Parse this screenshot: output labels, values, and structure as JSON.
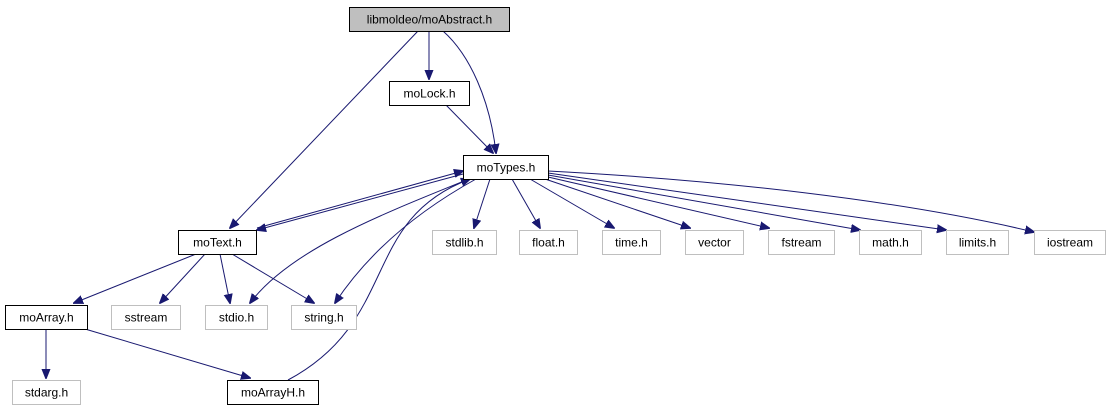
{
  "graph": {
    "type": "include-dependency-graph",
    "colors": {
      "edge": "#191970",
      "root_fill": "#bfbfbf",
      "root_border": "#000000",
      "documented_border": "#000000",
      "external_border": "#bfbfbf",
      "node_fill": "#ffffff"
    },
    "nodes": [
      {
        "id": "moAbstract",
        "label": "libmoldeo/moAbstract.h",
        "kind": "root"
      },
      {
        "id": "moLock",
        "label": "moLock.h",
        "kind": "documented"
      },
      {
        "id": "moTypes",
        "label": "moTypes.h",
        "kind": "documented"
      },
      {
        "id": "moText",
        "label": "moText.h",
        "kind": "documented"
      },
      {
        "id": "stdlib",
        "label": "stdlib.h",
        "kind": "external"
      },
      {
        "id": "float",
        "label": "float.h",
        "kind": "external"
      },
      {
        "id": "time",
        "label": "time.h",
        "kind": "external"
      },
      {
        "id": "vector",
        "label": "vector",
        "kind": "external"
      },
      {
        "id": "fstream",
        "label": "fstream",
        "kind": "external"
      },
      {
        "id": "math",
        "label": "math.h",
        "kind": "external"
      },
      {
        "id": "limits",
        "label": "limits.h",
        "kind": "external"
      },
      {
        "id": "iostream",
        "label": "iostream",
        "kind": "external"
      },
      {
        "id": "moArray",
        "label": "moArray.h",
        "kind": "documented"
      },
      {
        "id": "sstream",
        "label": "sstream",
        "kind": "external"
      },
      {
        "id": "stdio",
        "label": "stdio.h",
        "kind": "external"
      },
      {
        "id": "string",
        "label": "string.h",
        "kind": "external"
      },
      {
        "id": "stdarg",
        "label": "stdarg.h",
        "kind": "external"
      },
      {
        "id": "moArrayH",
        "label": "moArrayH.h",
        "kind": "documented"
      }
    ],
    "edges": [
      {
        "from": "moAbstract",
        "to": "moLock"
      },
      {
        "from": "moAbstract",
        "to": "moTypes"
      },
      {
        "from": "moAbstract",
        "to": "moText"
      },
      {
        "from": "moLock",
        "to": "moTypes"
      },
      {
        "from": "moTypes",
        "to": "moText"
      },
      {
        "from": "moText",
        "to": "moTypes"
      },
      {
        "from": "moTypes",
        "to": "stdlib"
      },
      {
        "from": "moTypes",
        "to": "float"
      },
      {
        "from": "moTypes",
        "to": "time"
      },
      {
        "from": "moTypes",
        "to": "vector"
      },
      {
        "from": "moTypes",
        "to": "fstream"
      },
      {
        "from": "moTypes",
        "to": "math"
      },
      {
        "from": "moTypes",
        "to": "limits"
      },
      {
        "from": "moTypes",
        "to": "iostream"
      },
      {
        "from": "moTypes",
        "to": "stdio"
      },
      {
        "from": "moTypes",
        "to": "string"
      },
      {
        "from": "moText",
        "to": "moArray"
      },
      {
        "from": "moText",
        "to": "sstream"
      },
      {
        "from": "moText",
        "to": "stdio"
      },
      {
        "from": "moText",
        "to": "string"
      },
      {
        "from": "moArray",
        "to": "stdarg"
      },
      {
        "from": "moArray",
        "to": "moArrayH"
      },
      {
        "from": "moArrayH",
        "to": "moTypes"
      }
    ]
  }
}
